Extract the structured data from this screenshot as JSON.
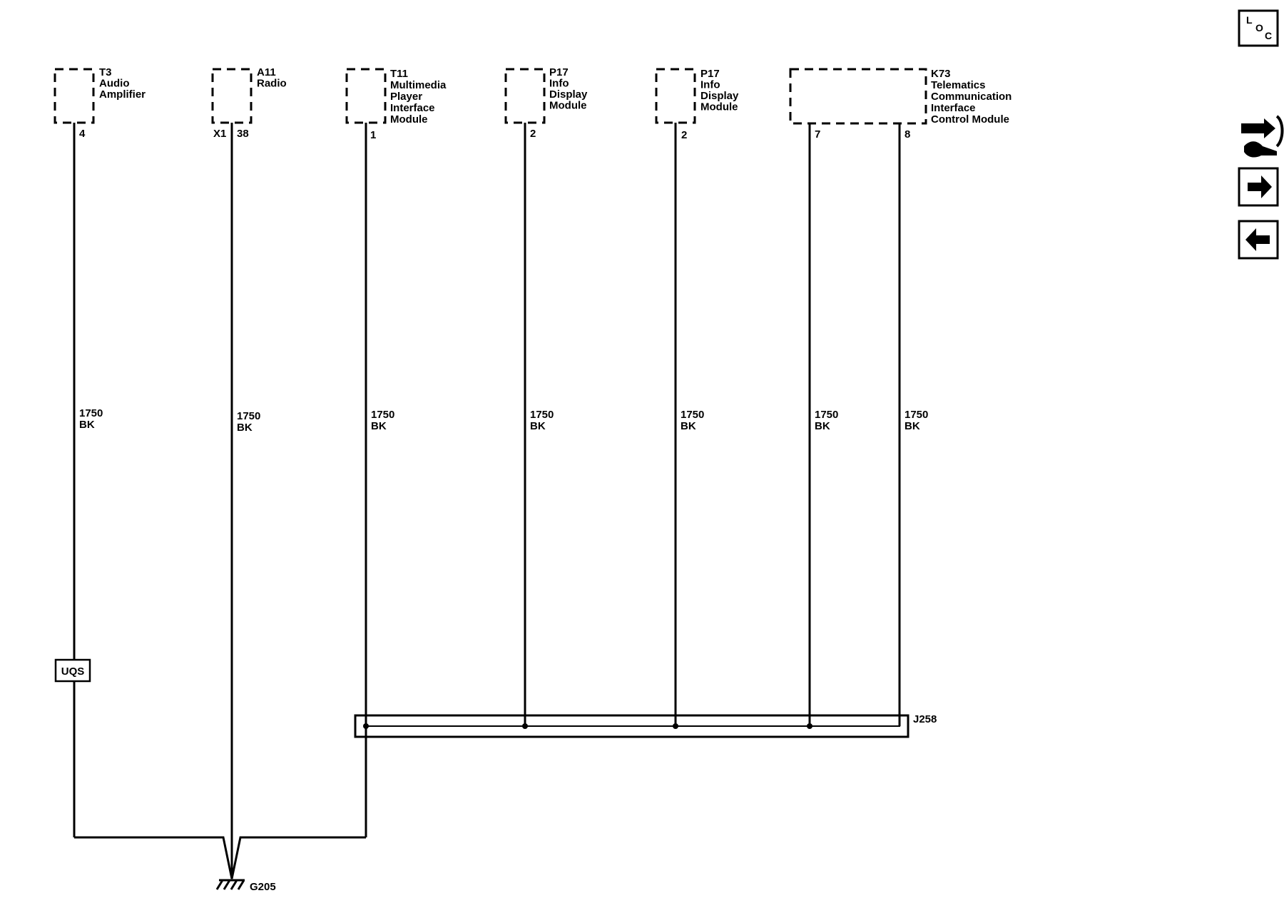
{
  "components": [
    {
      "id": "T3",
      "lines": [
        "T3",
        "Audio",
        "Amplifier"
      ]
    },
    {
      "id": "A11",
      "lines": [
        "A11",
        "Radio"
      ]
    },
    {
      "id": "T11",
      "lines": [
        "T11",
        "Multimedia",
        "Player",
        "Interface",
        "Module"
      ]
    },
    {
      "id": "P17a",
      "lines": [
        "P17",
        "Info",
        "Display",
        "Module"
      ]
    },
    {
      "id": "P17b",
      "lines": [
        "P17",
        "Info",
        "Display",
        "Module"
      ]
    },
    {
      "id": "K73",
      "lines": [
        "K73",
        "Telematics",
        "Communication",
        "Interface",
        "Control Module"
      ]
    }
  ],
  "pins": {
    "t3": "4",
    "a11_connector": "X1",
    "a11_pin": "38",
    "t11": "1",
    "p17a": "2",
    "p17b": "2",
    "k73a": "7",
    "k73b": "8"
  },
  "wires": [
    {
      "gauge": "1750",
      "color": "BK"
    },
    {
      "gauge": "1750",
      "color": "BK"
    },
    {
      "gauge": "1750",
      "color": "BK"
    },
    {
      "gauge": "1750",
      "color": "BK"
    },
    {
      "gauge": "1750",
      "color": "BK"
    },
    {
      "gauge": "1750",
      "color": "BK"
    },
    {
      "gauge": "1750",
      "color": "BK"
    }
  ],
  "option_label": "UQS",
  "splice_label": "J258",
  "ground_label": "G205",
  "nav": {
    "loc_letters": [
      "L",
      "O",
      "C"
    ],
    "icons": [
      "harness-tools-icon",
      "arrow-right-icon",
      "arrow-left-icon"
    ]
  }
}
